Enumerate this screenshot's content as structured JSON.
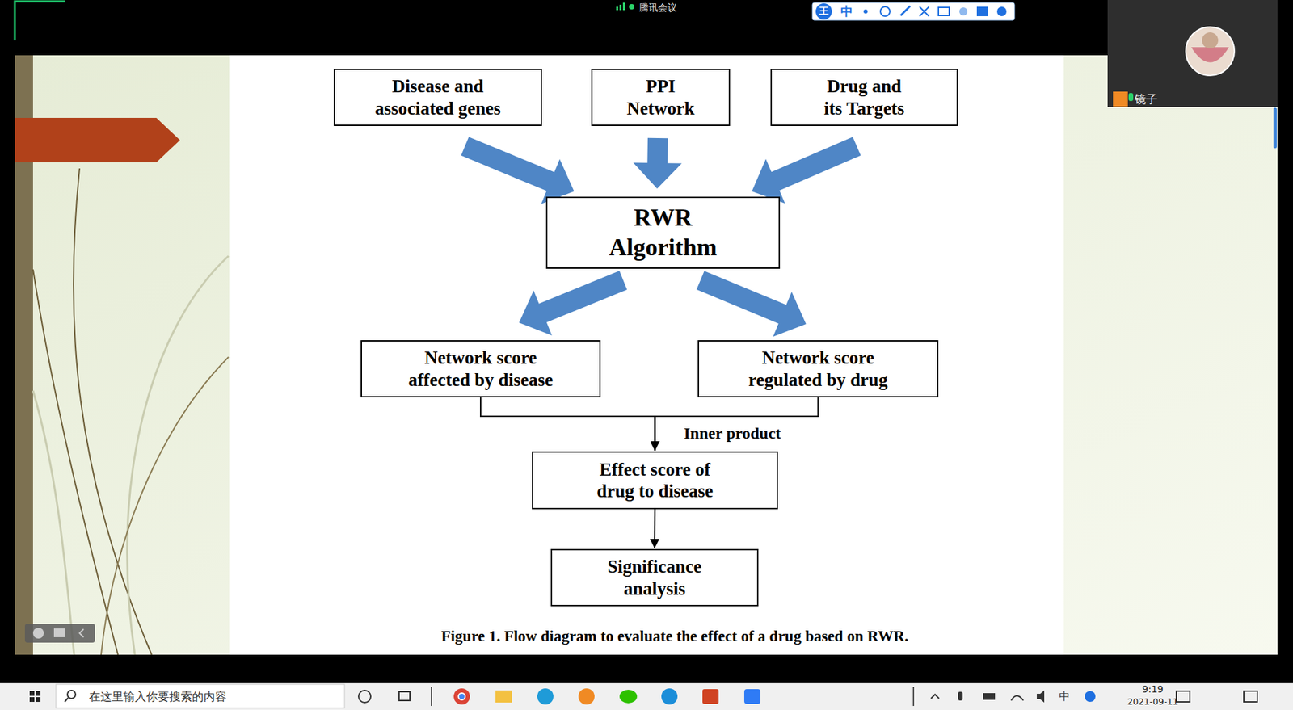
{
  "diagram": {
    "caption": "Figure 1. Flow diagram to evaluate the effect of a drug based on RWR.",
    "nodes": [
      {
        "text": [
          "Disease and associated genes"
        ]
      },
      {
        "text": [
          "PPI Network"
        ]
      },
      {
        "text": [
          "Drug and its Targets"
        ]
      },
      {
        "text": [
          "RWR Algorithm"
        ]
      },
      {
        "text": [
          "Network score affected by disease"
        ]
      },
      {
        "text": [
          "Network score regulated by drug"
        ]
      },
      {
        "text": [
          "Effect score of drug to disease"
        ]
      },
      {
        "text": [
          "Significance analysis"
        ]
      }
    ],
    "edges": [
      {
        "from": 0,
        "to": 3,
        "arrow": "to"
      },
      {
        "from": 1,
        "to": 3,
        "arrow": "to"
      },
      {
        "from": 2,
        "to": 3,
        "arrow": "to"
      },
      {
        "from": 3,
        "to": 4,
        "arrow": "to"
      },
      {
        "from": 3,
        "to": 5,
        "arrow": "to"
      },
      {
        "from": 4,
        "to": 6,
        "arrow": "to"
      },
      {
        "from": 5,
        "to": 6,
        "label": "Inner product",
        "arrow": "to"
      },
      {
        "from": 6,
        "to": 7,
        "arrow": "to"
      }
    ],
    "labels": [
      "腾讯会议",
      "王",
      "中",
      "镜子",
      "在这里输入你要搜索的内容",
      "中",
      "9:19",
      "2021-09-11"
    ]
  }
}
